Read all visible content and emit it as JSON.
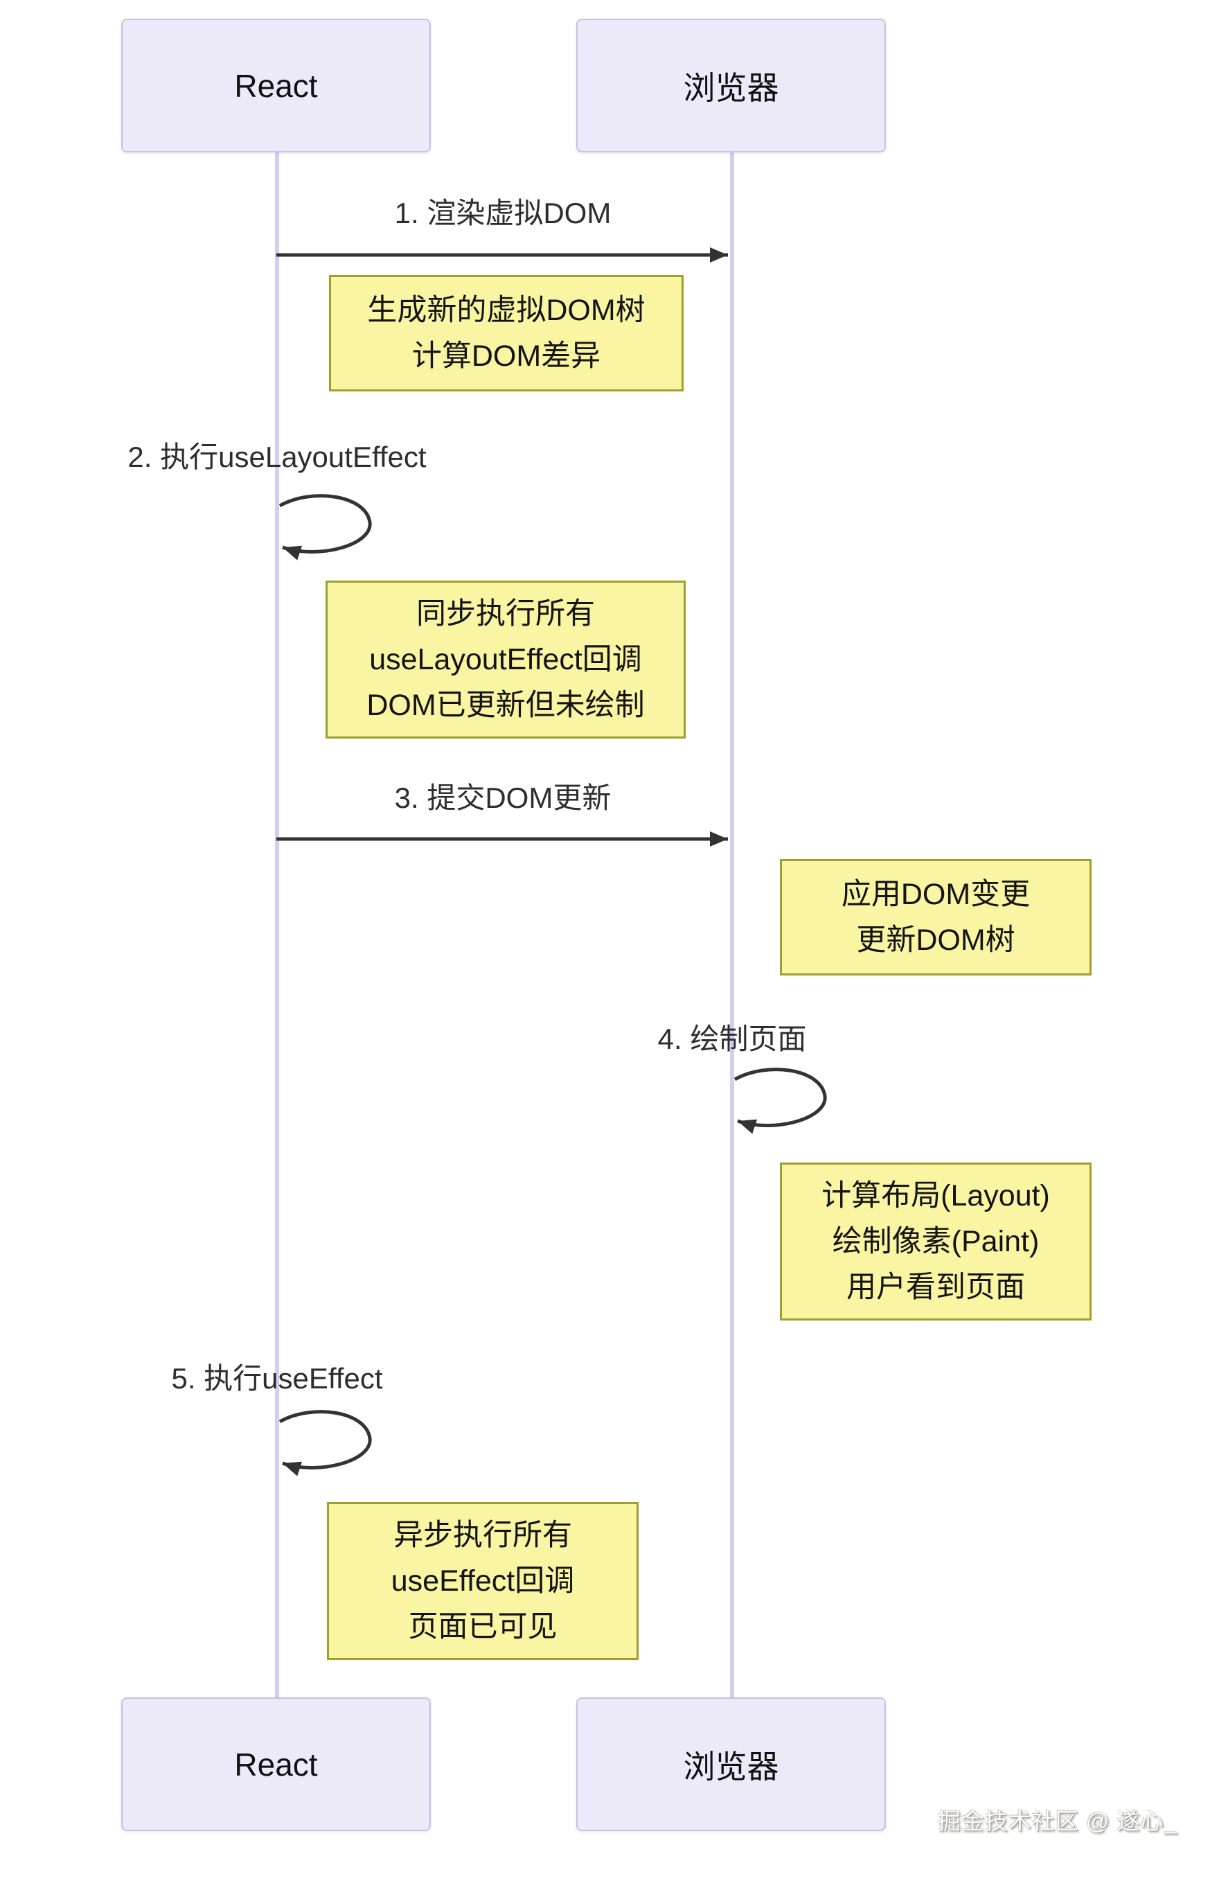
{
  "actors": {
    "react": {
      "label": "React"
    },
    "browser": {
      "label": "浏览器"
    }
  },
  "messages": {
    "m1": {
      "label": "1. 渲染虚拟DOM",
      "type": "arrow",
      "from": "react",
      "to": "browser"
    },
    "m2": {
      "label": "2. 执行useLayoutEffect",
      "type": "self",
      "on": "react"
    },
    "m3": {
      "label": "3. 提交DOM更新",
      "type": "arrow",
      "from": "react",
      "to": "browser"
    },
    "m4": {
      "label": "4. 绘制页面",
      "type": "self",
      "on": "browser"
    },
    "m5": {
      "label": "5. 执行useEffect",
      "type": "self",
      "on": "react"
    }
  },
  "notes": {
    "n1": {
      "lines": [
        "生成新的虚拟DOM树",
        "计算DOM差异"
      ]
    },
    "n2": {
      "lines": [
        "同步执行所有",
        "useLayoutEffect回调",
        "DOM已更新但未绘制"
      ]
    },
    "n3": {
      "lines": [
        "应用DOM变更",
        "更新DOM树"
      ]
    },
    "n4": {
      "lines": [
        "计算布局(Layout)",
        "绘制像素(Paint)",
        "用户看到页面"
      ]
    },
    "n5": {
      "lines": [
        "异步执行所有",
        "useEffect回调",
        "页面已可见"
      ]
    }
  },
  "watermark": "掘金技术社区 @ 遂心_",
  "colors": {
    "actor_fill": "#eceaf8",
    "actor_border": "#c9c0e4",
    "lifeline": "#d5ccef",
    "note_fill": "#f9f5a2",
    "note_border": "#9fa02b",
    "arrow": "#333333",
    "background": "#ffffff"
  }
}
